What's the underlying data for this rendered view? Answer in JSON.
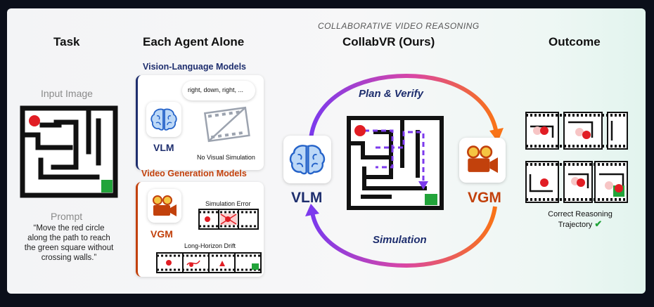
{
  "columns": {
    "task": "Task",
    "alone": "Each Agent Alone",
    "collab": "CollabVR (Ours)",
    "outcome": "Outcome"
  },
  "subtitle": "COLLABORATIVE VIDEO REASONING",
  "task": {
    "input_image": "Input Image",
    "prompt_label": "Prompt",
    "prompt_text": "“Move the red circle along the path to reach the green square without crossing walls.”"
  },
  "vlm_panel": {
    "heading": "Vision-Language Models",
    "bubble": "right, down, right, ...",
    "agent": "VLM",
    "caption": "No Visual Simulation"
  },
  "vgm_panel": {
    "heading": "Video Generation Models",
    "agent": "VGM",
    "error": "Simulation Error",
    "drift": "Long-Horizon Drift"
  },
  "collab": {
    "plan": "Plan & Verify",
    "simulation": "Simulation",
    "vlm": "VLM",
    "vgm": "VGM"
  },
  "outcome": {
    "caption_line1": "Correct Reasoning",
    "caption_line2": "Trajectory",
    "check": "✔"
  },
  "colors": {
    "navy": "#1e2e6e",
    "orange": "#c2410c",
    "purple": "#7c3aed",
    "red": "#e11d24",
    "green": "#22a43a"
  }
}
